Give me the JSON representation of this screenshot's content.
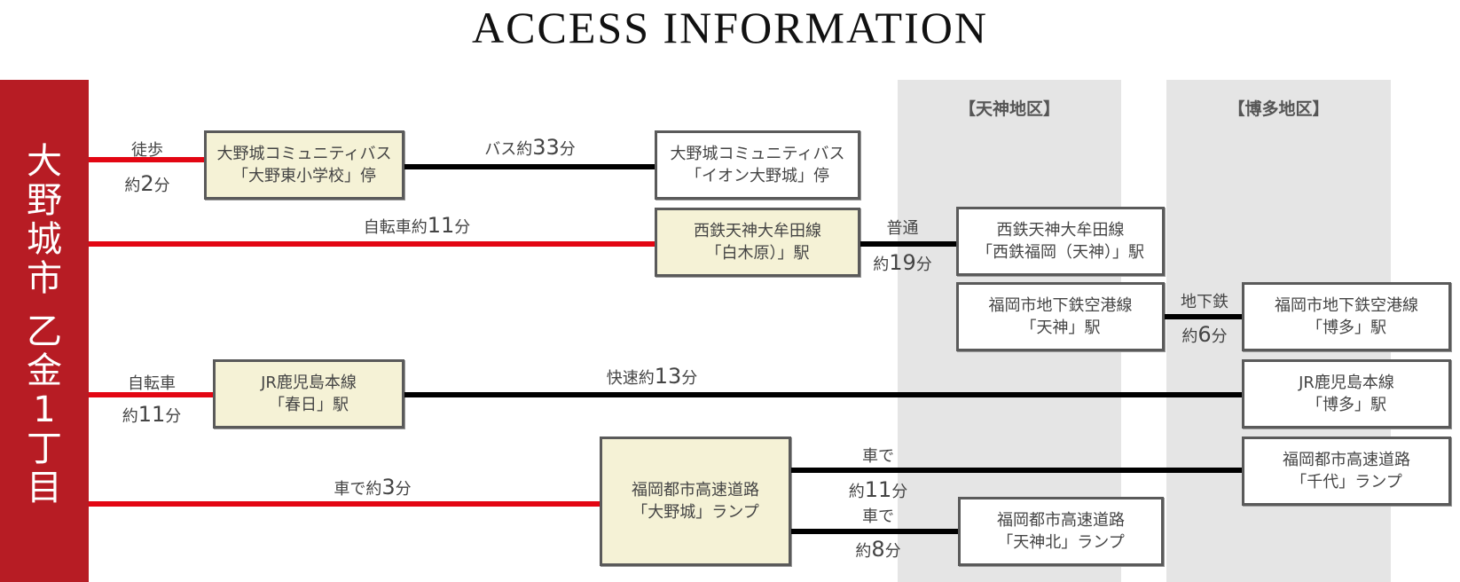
{
  "title": "ACCESS INFORMATION",
  "origin": {
    "lines": [
      "大",
      "野",
      "城",
      "市",
      "",
      "乙",
      "金",
      "1",
      "丁",
      "目"
    ],
    "label": "大野城市 乙金1丁目",
    "color": "#b71c24"
  },
  "districts": [
    {
      "label": "【天神地区】"
    },
    {
      "label": "【博多地区】"
    }
  ],
  "colors": {
    "origin_line": "#e30613",
    "transit_line": "#000000",
    "cream_box": "#f5f2d6",
    "district_bg": "#e5e5e5"
  },
  "routes": {
    "walk": {
      "mode": "徒歩",
      "time_prefix": "約",
      "time_num": "2",
      "time_unit": "分"
    },
    "bus_stop": {
      "line1": "大野城コミュニティバス",
      "line2": "「大野東小学校」停"
    },
    "bus": {
      "prefix": "バス約",
      "num": "33",
      "unit": "分"
    },
    "aeon_stop": {
      "line1": "大野城コミュニティバス",
      "line2": "「イオン大野城」停"
    },
    "bike1": {
      "prefix": "自転車約",
      "num": "11",
      "unit": "分"
    },
    "shirakibaru": {
      "line1": "西鉄天神大牟田線",
      "line2": "「白木原）」駅"
    },
    "local": {
      "mode": "普通",
      "time_prefix": "約",
      "time_num": "19",
      "time_unit": "分"
    },
    "nishitetsu_fukuoka": {
      "line1": "西鉄天神大牟田線",
      "line2": "「西鉄福岡（天神）」駅"
    },
    "subway_tenjin": {
      "line1": "福岡市地下鉄空港線",
      "line2": "「天神」駅"
    },
    "subway": {
      "mode": "地下鉄",
      "time_prefix": "約",
      "time_num": "6",
      "time_unit": "分"
    },
    "subway_hakata": {
      "line1": "福岡市地下鉄空港線",
      "line2": "「博多」駅"
    },
    "bike2": {
      "mode": "自転車",
      "time_prefix": "約",
      "time_num": "11",
      "time_unit": "分"
    },
    "kasuga": {
      "line1": "JR鹿児島本線",
      "line2": "「春日」駅"
    },
    "rapid": {
      "prefix": "快速約",
      "num": "13",
      "unit": "分"
    },
    "jr_hakata": {
      "line1": "JR鹿児島本線",
      "line2": "「博多」駅"
    },
    "car1": {
      "prefix": "車で約",
      "num": "3",
      "unit": "分"
    },
    "onojo_ramp": {
      "line1": "福岡都市高速道路",
      "line2": "「大野城」ランプ"
    },
    "car2": {
      "mode": "車で",
      "time_prefix": "約",
      "time_num": "11",
      "time_unit": "分"
    },
    "chiyo_ramp": {
      "line1": "福岡都市高速道路",
      "line2": "「千代」ランプ"
    },
    "car3": {
      "mode": "車で",
      "time_prefix": "約",
      "time_num": "8",
      "time_unit": "分"
    },
    "tenjinkita_ramp": {
      "line1": "福岡都市高速道路",
      "line2": "「天神北」ランプ"
    }
  }
}
